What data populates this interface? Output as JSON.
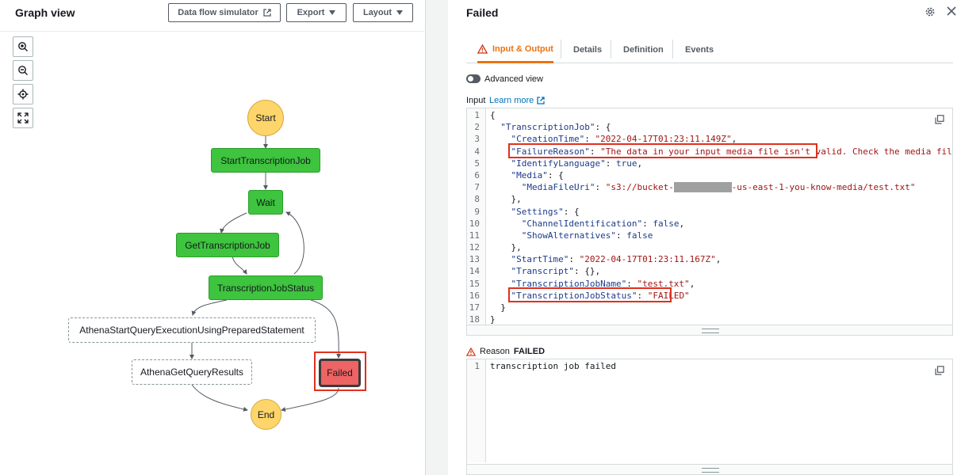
{
  "graph": {
    "title": "Graph view",
    "buttons": {
      "simulator": "Data flow simulator",
      "export": "Export",
      "layout": "Layout"
    },
    "tools": [
      "zoom-in",
      "zoom-out",
      "center",
      "fit"
    ],
    "nodes": {
      "start": "Start",
      "start_transcription_job": "StartTranscriptionJob",
      "wait": "Wait",
      "get_transcription_job": "GetTranscriptionJob",
      "transcription_job_status": "TranscriptionJobStatus",
      "athena_start": "AthenaStartQueryExecutionUsingPreparedStatement",
      "athena_get": "AthenaGetQueryResults",
      "failed": "Failed",
      "end": "End"
    },
    "highlighted_node": "Failed"
  },
  "details": {
    "title": "Failed",
    "tabs": [
      {
        "label": "Input & Output",
        "active": true
      },
      {
        "label": "Details",
        "active": false
      },
      {
        "label": "Definition",
        "active": false
      },
      {
        "label": "Events",
        "active": false
      }
    ],
    "advanced_view_label": "Advanced view",
    "input_label": "Input",
    "learn_more": "Learn more",
    "reason_label": "Reason",
    "reason_value": "FAILED",
    "reason_code_line": "transcription job failed"
  },
  "colors": {
    "accent": "#ec7211",
    "success": "#3ec43e",
    "failed": "#ee6363",
    "highlight": "#e0301e",
    "link": "#0073bb"
  }
}
